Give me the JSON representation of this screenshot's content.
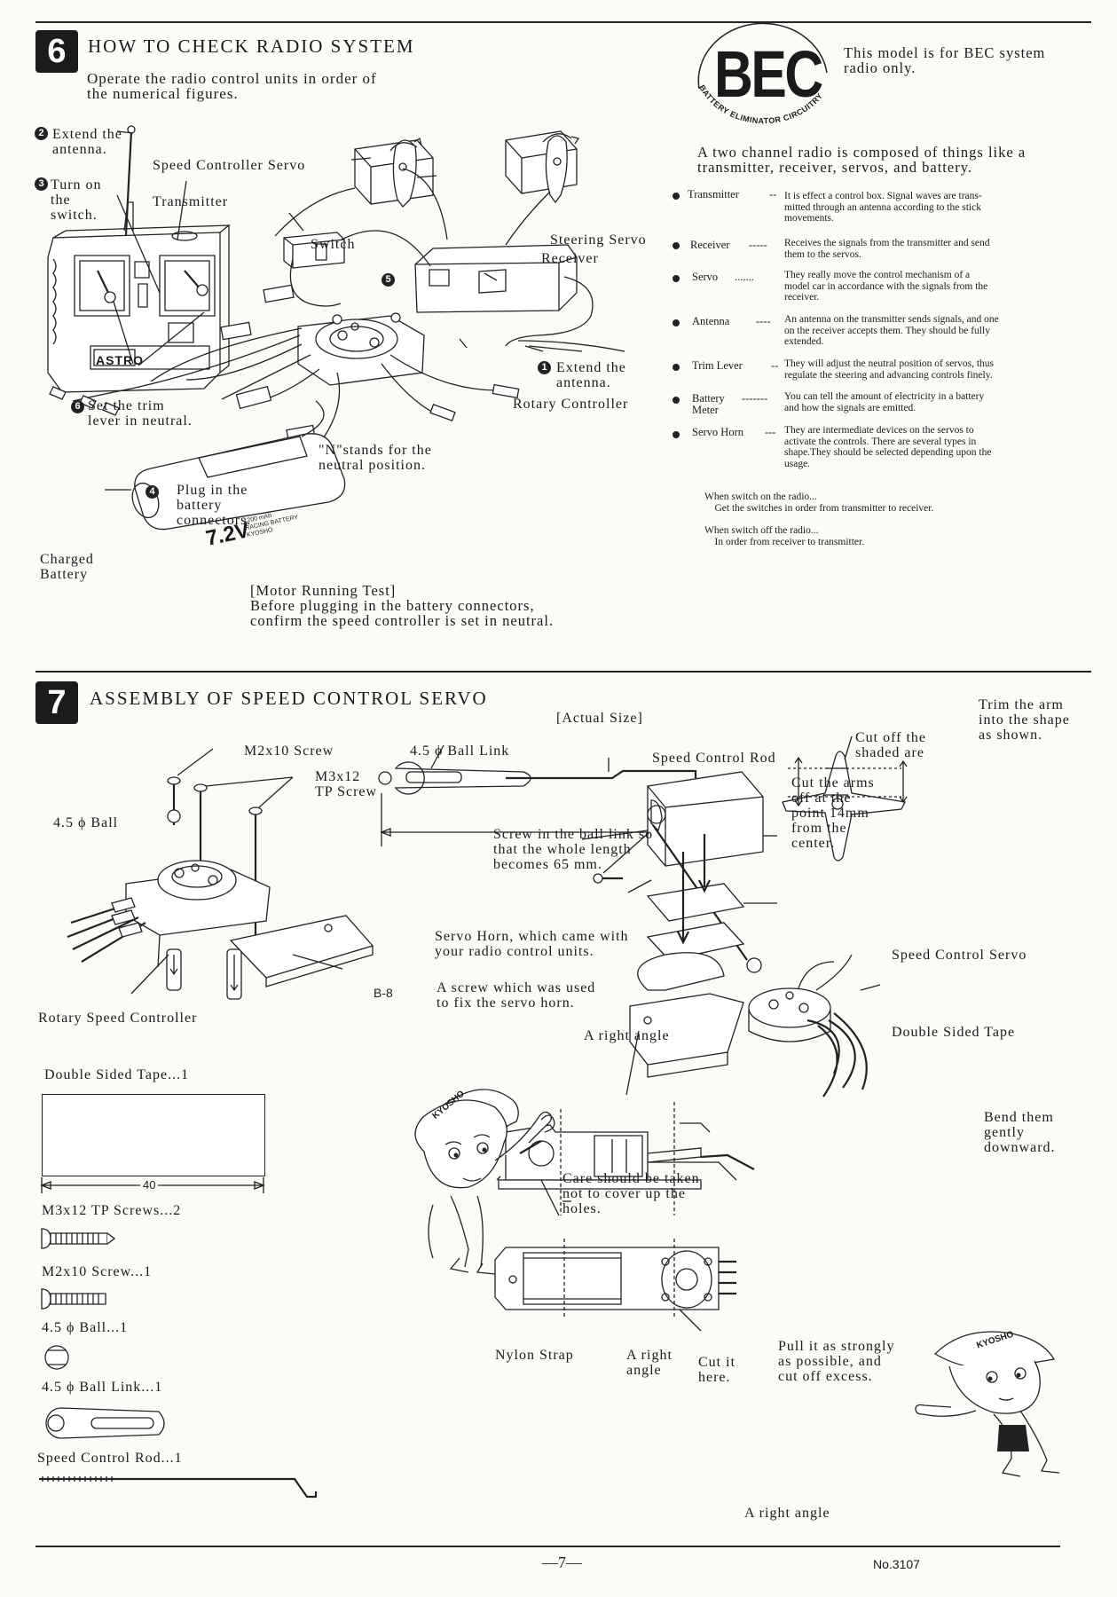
{
  "section6": {
    "number": "6",
    "title": "HOW TO CHECK RADIO SYSTEM",
    "intro": "Operate the radio control units in order of\nthe numerical figures.",
    "bec_logo_text": "BEC",
    "bec_logo_arc": "BATTERY ELIMINATOR CIRCUITRY",
    "bec_note": "This model is for BEC system\nradio only.",
    "radio_intro": "A two channel radio is composed of things like a\ntransmitter, receiver, servos, and battery.",
    "labels": {
      "step2_num": "2",
      "step2": "Extend the\nantenna.",
      "step3_num": "3",
      "step3": "Turn on\nthe\nswitch.",
      "speed_controller_servo": "Speed Controller Servo",
      "transmitter": "Transmitter",
      "switch": "Switch",
      "step5_num": "5",
      "steering_servo": "Steering Servo",
      "receiver": "Receiver",
      "step1_num": "1",
      "step1": "Extend the\nantenna.",
      "rotary_controller": "Rotary Controller",
      "step6_num": "6",
      "step6": "Set the trim\nlever in neutral.",
      "neutral_note": "\"N\"stands for the\nneutral position.",
      "step4_num": "4",
      "step4": "Plug in the\nbattery\nconnectors.",
      "charged_battery": "Charged\nBattery",
      "motor_test": "[Motor Running Test]\nBefore plugging in the battery connectors,\nconfirm the speed controller is set in neutral.",
      "transmitter_brand": "ASTRO",
      "battery_voltage": "7.2V",
      "battery_spec": "1200 mAh\nRACING BATTERY\nKYOSHO"
    },
    "glossary": [
      {
        "term": "Transmitter",
        "leader": "--",
        "desc": "It is effect a control box. Signal waves are trans-\nmitted through an antenna according to the stick\nmovements."
      },
      {
        "term": "Receiver",
        "leader": "-----",
        "desc": "Receives the signals from the transmitter and send\nthem to the servos."
      },
      {
        "term": "Servo",
        "leader": ".......",
        "desc": "They really move the control mechanism of a\nmodel car in accordance with the signals from the\nreceiver."
      },
      {
        "term": "Antenna",
        "leader": "----",
        "desc": "An antenna on the transmitter sends signals, and one\non the receiver accepts them. They should be fully\nextended."
      },
      {
        "term": "Trim Lever",
        "leader": "--",
        "desc": "They will adjust the neutral position of servos, thus\nregulate the steering and advancing controls finely."
      },
      {
        "term": "Battery\nMeter",
        "leader": "-------",
        "desc": "You can tell the amount of electricity in a battery\nand how the signals are emitted."
      },
      {
        "term": "Servo Horn",
        "leader": "---",
        "desc": "They are intermediate devices on the servos to\nactivate the controls. There are several types in\nshape.They should be selected depending upon the\nusage."
      }
    ],
    "switch_on": "When switch on the radio...\n    Get the switches in order from transmitter to receiver.",
    "switch_off": "When switch off the radio...\n    In order from receiver to transmitter."
  },
  "section7": {
    "number": "7",
    "title": "ASSEMBLY OF SPEED CONTROL SERVO",
    "actual_size": "[Actual Size]",
    "labels": {
      "m2x10_screw": "M2x10 Screw",
      "m3x12_tp_screw": "M3x12\nTP Screw",
      "ball_45": "4.5 ϕ Ball",
      "ball_link_45": "4.5 ϕ Ball Link",
      "speed_control_rod": "Speed Control Rod",
      "cut_shaded": "Cut off the\nshaded are",
      "trim_arm": "Trim the arm\ninto the shape\nas shown.",
      "cut_arms": "Cut the arms\noff at the\npoint 14mm\nfrom the\ncenter.",
      "screw_ball_link": "Screw in the ball link so\nthat the whole length\nbecomes 65 mm.",
      "rotary_speed_controller": "Rotary Speed Controller",
      "b8": "B-8",
      "servo_horn_note": "Servo Horn, which came with\nyour radio control units.",
      "screw_note": "A screw which was used\nto fix the servo horn.",
      "right_angle_1": "A right angle",
      "speed_control_servo": "Speed Control Servo",
      "double_sided_tape_label": "Double Sided Tape",
      "bend_gently": "Bend them\ngently\ndownward.",
      "care_note": "Care should be taken\nnot to cover up the\nholes.",
      "nylon_strap": "Nylon Strap",
      "right_angle_2": "A right\nangle",
      "cut_here": "Cut it\nhere.",
      "pull_strongly": "Pull it as strongly\nas possible, and\ncut off excess.",
      "right_angle_3": "A right angle",
      "mascot_cap": "KYOSHO"
    },
    "parts": [
      {
        "name": "Double Sided Tape",
        "qty": "1",
        "label": "Double Sided Tape...1"
      },
      {
        "name": "M3x12 TP Screws",
        "qty": "2",
        "label": "M3x12 TP Screws...2"
      },
      {
        "name": "M2x10 Screw",
        "qty": "1",
        "label": "M2x10 Screw...1"
      },
      {
        "name": "4.5 ϕ Ball",
        "qty": "1",
        "label": "4.5 ϕ Ball...1"
      },
      {
        "name": "4.5 ϕ Ball Link",
        "qty": "1",
        "label": "4.5 ϕ Ball Link...1"
      },
      {
        "name": "Speed Control Rod",
        "qty": "1",
        "label": "Speed Control Rod...1"
      }
    ],
    "tape_dimension": "40"
  },
  "footer": {
    "page_number": "—7—",
    "doc_number": "No.3107"
  }
}
